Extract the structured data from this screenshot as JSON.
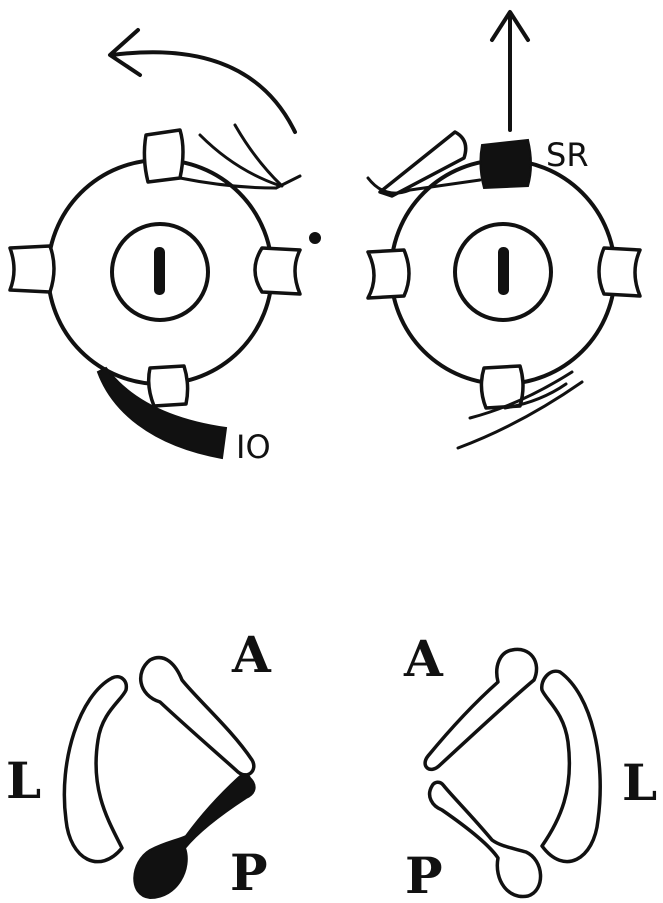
{
  "labels": {
    "superior_rectus": "SR",
    "inferior_oblique": "IO",
    "anterior_left": "A",
    "anterior_right": "A",
    "lateral_left": "L",
    "lateral_right": "L",
    "posterior_left": "P",
    "posterior_right": "P"
  },
  "colors": {
    "ink": "#111111",
    "background": "#ffffff"
  }
}
